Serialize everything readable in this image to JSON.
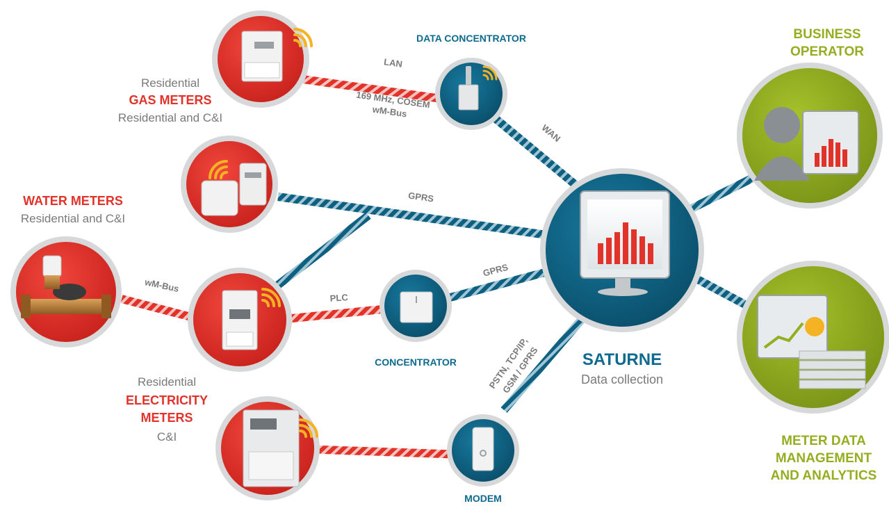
{
  "colors": {
    "red": "#e2332b",
    "blue": "#0e6a8e",
    "green": "#93ae20",
    "grey_text": "#7a7a7a",
    "ring": "#d7d8d9"
  },
  "gas": {
    "line1": "Residential",
    "line2": "GAS METERS",
    "line3": "Residential and C&I"
  },
  "water": {
    "line1": "WATER METERS",
    "line2": "Residential and C&I"
  },
  "electricity": {
    "line1": "Residential",
    "line2": "ELECTRICITY",
    "line3": "METERS",
    "line4": "C&I"
  },
  "nodes": {
    "data_concentrator": "DATA CONCENTRATOR",
    "concentrator": "CONCENTRATOR",
    "modem": "MODEM",
    "saturne_title": "SATURNE",
    "saturne_sub": "Data collection",
    "business_line1": "BUSINESS",
    "business_line2": "OPERATOR",
    "mdm_line1": "METER DATA",
    "mdm_line2": "MANAGEMENT",
    "mdm_line3": "AND ANALYTICS"
  },
  "links": {
    "lan": "LAN",
    "freq_line1": "169 MHz, COSEM",
    "freq_line2": "wM-Bus",
    "wan": "WAN",
    "gprs_top": "GPRS",
    "wmbus": "wM-Bus",
    "plc": "PLC",
    "gprs_mid": "GPRS",
    "pstn_line1": "PSTN, TCP/IP,",
    "pstn_line2": "GSM / GPRS"
  },
  "icons": [
    "gas-meter-icon",
    "wifi-icon",
    "data-concentrator-icon",
    "water-meter-icon",
    "electricity-meter-icon",
    "concentrator-box-icon",
    "modem-icon",
    "monitor-chart-icon",
    "operator-person-icon",
    "analytics-server-icon"
  ]
}
